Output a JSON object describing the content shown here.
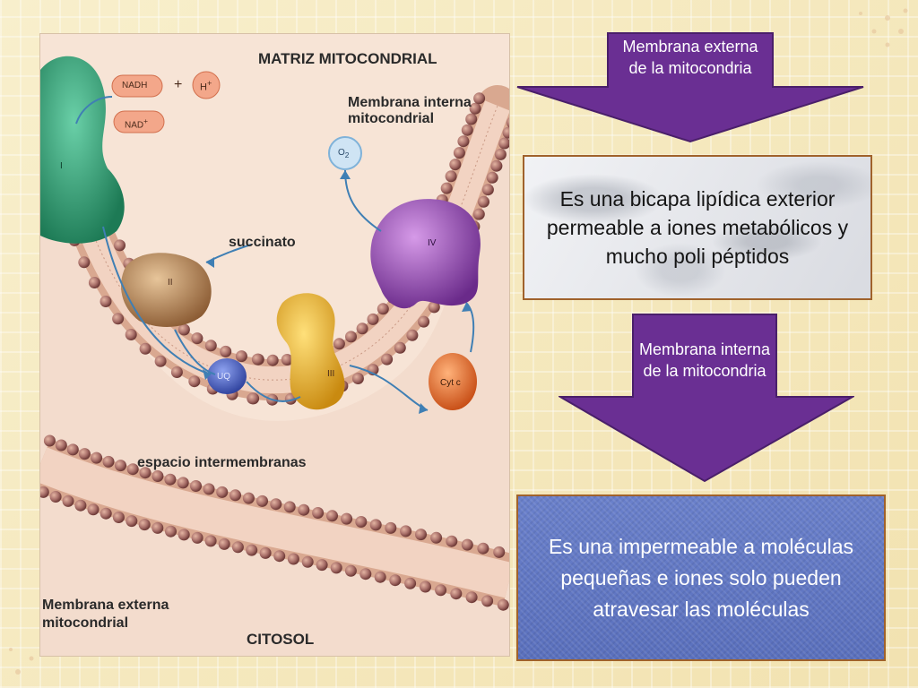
{
  "diagram": {
    "title_matrix": "MATRIZ MITOCONDRIAL",
    "label_inner_membrane": "Membrana interna\nmitocondrial",
    "label_succinate": "succinato",
    "label_intermembrane": "espacio intermembranas",
    "label_outer_membrane": "Membrana externa\nmitocondrial",
    "label_cytosol": "CITOSOL",
    "complex_I": "I",
    "complex_II": "II",
    "complex_III": "III",
    "complex_IV": "IV",
    "nadh": "NADH",
    "plus": "+",
    "h_plus": "H",
    "nad_plus": "NAD",
    "o2": "O",
    "uq": "UQ",
    "cytc": "Cyt c"
  },
  "arrow1": {
    "text": "Membrana externa de la mitocondria"
  },
  "box1": {
    "text": "Es  una bicapa lipídica exterior permeable a iones metabólicos y mucho poli péptidos"
  },
  "arrow2": {
    "text": "Membrana interna de la mitocondria"
  },
  "box2": {
    "text": "Es una impermeable a moléculas pequeñas e iones solo pueden atravesar las moléculas"
  },
  "colors": {
    "arrow_fill": "#6a2f93",
    "box_border": "#a0622b",
    "box2_fill": "#5f77c4"
  }
}
